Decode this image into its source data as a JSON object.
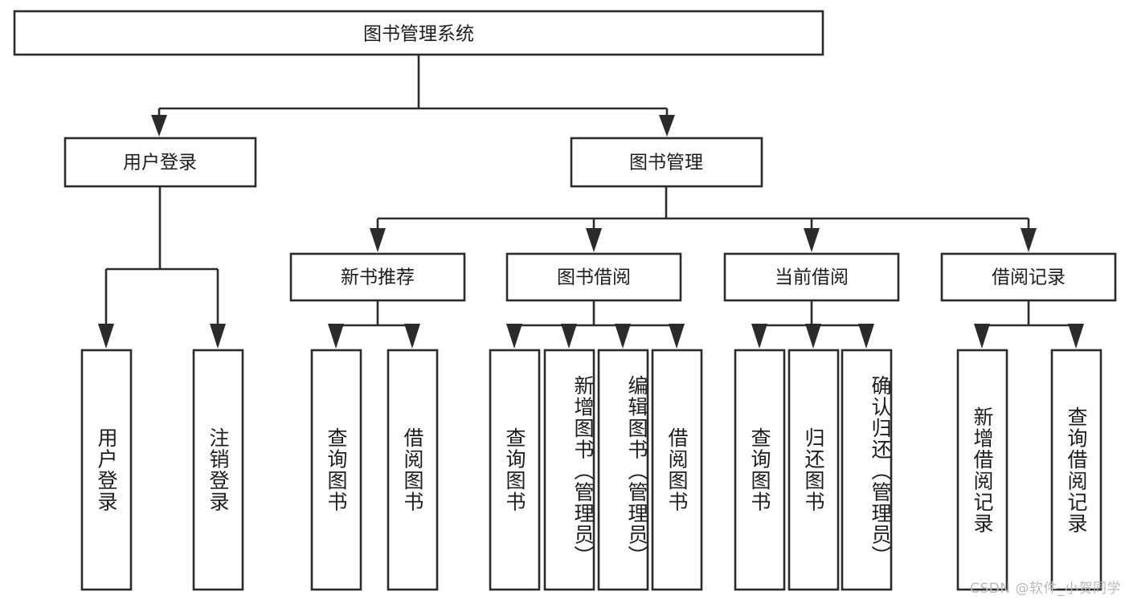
{
  "diagram": {
    "title": "图书管理系统",
    "type": "hierarchy-tree",
    "orientation": "top-down",
    "colors": {
      "stroke": "#2b2b2b",
      "fill": "#ffffff",
      "text": "#1c1c1c",
      "background": "#ffffff",
      "watermark": "#b9b9b9"
    },
    "root": {
      "label": "图书管理系统"
    },
    "level2": [
      {
        "label": "用户登录"
      },
      {
        "label": "图书管理"
      }
    ],
    "level3": [
      {
        "label": "新书推荐"
      },
      {
        "label": "图书借阅"
      },
      {
        "label": "当前借阅"
      },
      {
        "label": "借阅记录"
      }
    ],
    "leaves": {
      "user_login": [
        {
          "label": "用户登录"
        },
        {
          "label": "注销登录"
        }
      ],
      "new_book_recommend": [
        {
          "label": "查询图书"
        },
        {
          "label": "借阅图书"
        }
      ],
      "book_borrow": [
        {
          "label": "查询图书"
        },
        {
          "label": "新增图书（管理员）"
        },
        {
          "label": "编辑图书（管理员）"
        },
        {
          "label": "借阅图书"
        }
      ],
      "current_borrow": [
        {
          "label": "查询图书"
        },
        {
          "label": "归还图书"
        },
        {
          "label": "确认归还（管理员）"
        }
      ],
      "borrow_record": [
        {
          "label": "新增借阅记录"
        },
        {
          "label": "查询借阅记录"
        }
      ]
    },
    "watermark": "CSDN @软件_小贺同学"
  }
}
